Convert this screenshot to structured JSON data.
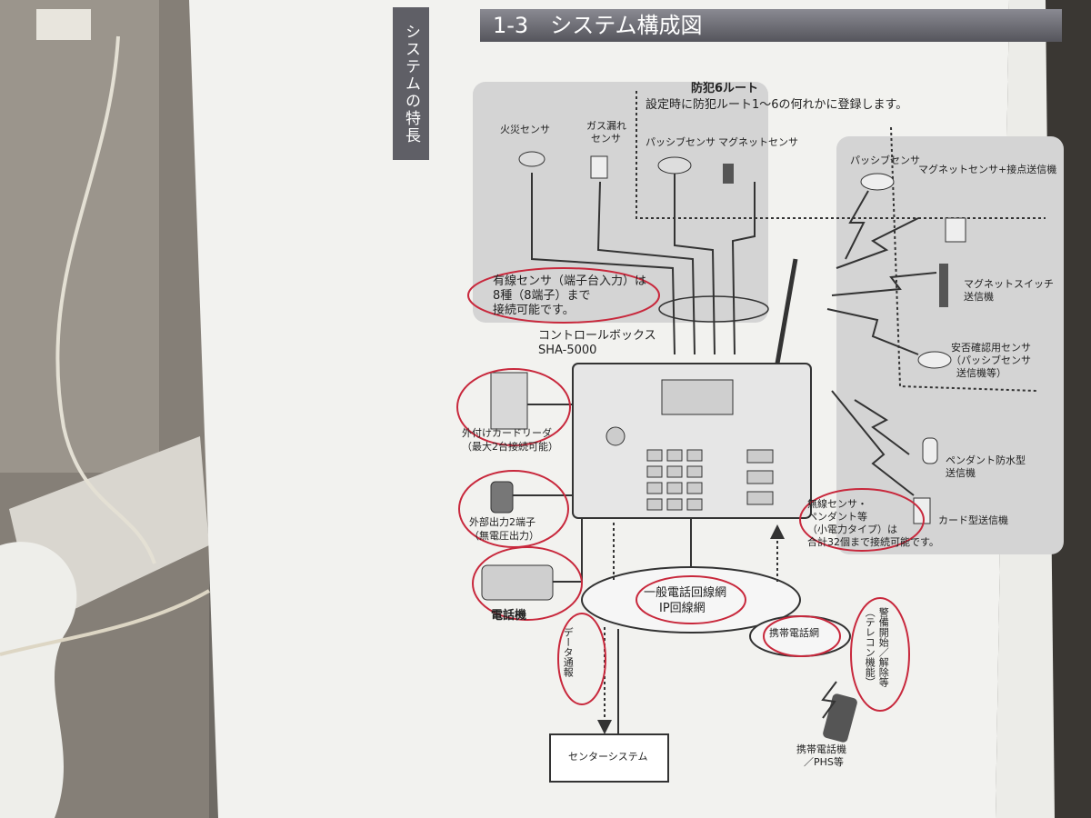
{
  "section": {
    "tab": "システムの特長",
    "title": "1-3　システム構成図"
  },
  "crime_route": {
    "heading": "防犯6ルート",
    "note": "設定時に防犯ルート1～6の何れかに登録します。"
  },
  "wired_sensors": {
    "fire": "火災センサ",
    "gas_line1": "ガス漏れ",
    "gas_line2": "センサ",
    "passive": "パッシブセンサ",
    "magnet": "マグネットセンサ",
    "note_line1": "有線センサ（端子台入力）は",
    "note_line2": "8種（8端子）まで",
    "note_line3": "接続可能です。"
  },
  "wireless_sensors": {
    "passive": "パッシブセンサ",
    "magnet_tx": "マグネットセンサ+接点送信機",
    "magnet_switch_line1": "マグネットスイッチ",
    "magnet_switch_line2": "送信機",
    "safety_line1": "安否確認用センサ",
    "safety_line2": "（パッシブセンサ",
    "safety_line3": "送信機等）",
    "pendant_line1": "ペンダント防水型",
    "pendant_line2": "送信機",
    "card_tx": "カード型送信機",
    "note_line1": "無線センサ・",
    "note_line2": "ペンダント等",
    "note_line3": "（小電力タイプ）は",
    "note_line4": "合計32個まで接続可能です。"
  },
  "control_box": {
    "name": "コントロールボックス",
    "model": "SHA-5000"
  },
  "peripherals": {
    "card_reader_line1": "外付けカードリーダ",
    "card_reader_line2": "（最大2台接続可能）",
    "output_line1": "外部出力2端子",
    "output_line2": "（無電圧出力）",
    "phone": "電話機"
  },
  "network": {
    "public_line1": "一般電話回線網",
    "public_line2": "IP回線網",
    "mobile": "携帯電話網",
    "data_report": "データ通報",
    "alarm_line1": "警備開始／解除等",
    "alarm_line2": "（テレコン機能）",
    "center": "センターシステム",
    "handset_line1": "携帯電話機",
    "handset_line2": "／PHS等"
  },
  "colors": {
    "paper": "#f2f2ef",
    "gray_area": "#d4d4d4",
    "ink": "#222222",
    "pen": "#c8283c"
  }
}
